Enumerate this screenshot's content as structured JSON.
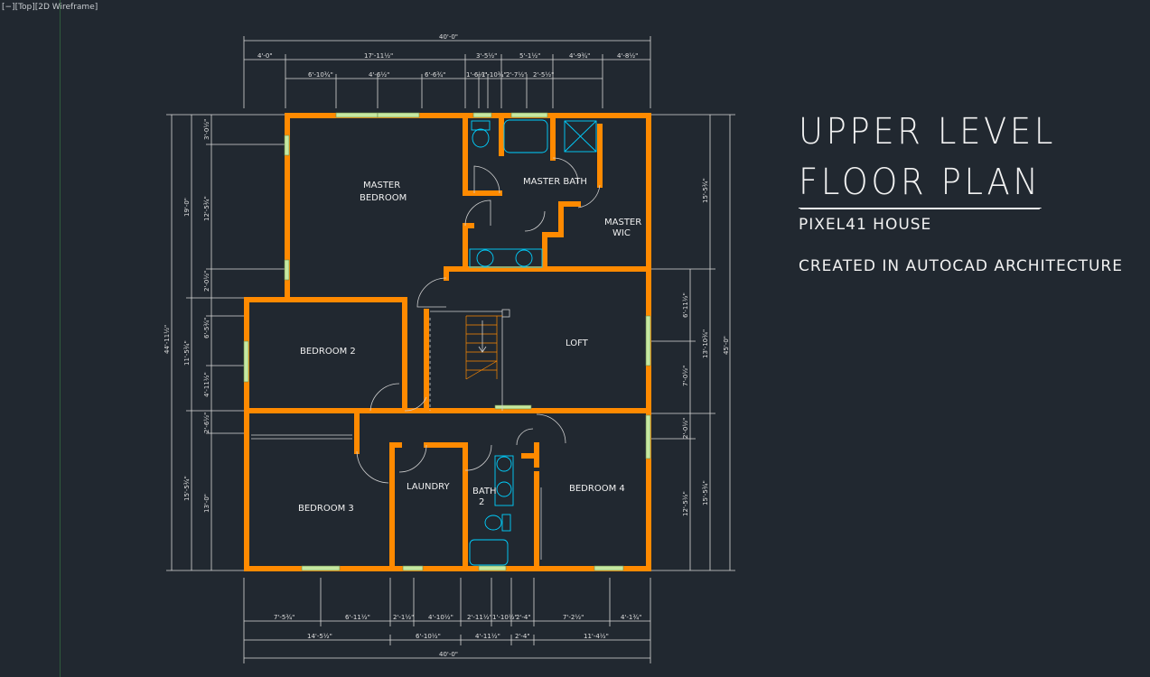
{
  "viewport": {
    "label": "[−][Top][2D Wireframe]",
    "background": "#212830"
  },
  "title_block": {
    "line1": "UPPER LEVEL",
    "line2": "FLOOR PLAN",
    "subtitle": "PIXEL41 HOUSE",
    "note": "CREATED IN AUTOCAD ARCHITECTURE"
  },
  "rooms": {
    "master_bedroom_1": "MASTER",
    "master_bedroom_2": "BEDROOM",
    "master_bath": "MASTER BATH",
    "master_wic_1": "MASTER",
    "master_wic_2": "WIC",
    "bedroom2": "BEDROOM 2",
    "loft": "LOFT",
    "bedroom3": "BEDROOM 3",
    "laundry": "LAUNDRY",
    "bath2_1": "BATH",
    "bath2_2": "2",
    "bedroom4": "BEDROOM 4"
  },
  "dims": {
    "top_overall": "40'-0\"",
    "top_r1": [
      "4'-0\"",
      "17'-11½\"",
      "3'-5½\"",
      "5'-1½\"",
      "4'-9¾\"",
      "4'-8½\""
    ],
    "top_r2": [
      "6'-10¾\"",
      "4'-6½\"",
      "6'-6¾\"",
      "1'-6½\"",
      "1'-10¾\"",
      "2'-7½\"",
      "2'-5½\""
    ],
    "left_overall": "44'-11½\"",
    "left_outer": [
      "19'-0\"",
      "11'-5¾\"",
      "15'-5¾\""
    ],
    "left_inner": [
      "3'-0½\"",
      "12'-5¾\"",
      "2'-0½\"",
      "6'-5¾\"",
      "4'-11½\"",
      "2'-6½\"",
      "13'-0\""
    ],
    "right_overall": "45'-0\"",
    "right_outer": [
      "15'-5¾\"",
      "13'-10¾\"",
      "15'-5¾\""
    ],
    "right_inner": [
      "6'-11½\"",
      "7'-0½\"",
      "2'-0½\"",
      "12'-5½\""
    ],
    "bot_r1": [
      "7'-5¾\"",
      "6'-11½\"",
      "2'-1½\"",
      "4'-10½\"",
      "2'-11½\"",
      "1'-10½\"",
      "2'-4\"",
      "7'-2½\"",
      "4'-1¾\""
    ],
    "bot_r2": [
      "14'-5½\"",
      "6'-10½\"",
      "4'-11½\"",
      "2'-4\"",
      "11'-4½\""
    ],
    "bot_overall": "40'-0\""
  },
  "colors": {
    "wall": "#ff8a00",
    "window": "#c6e8a0",
    "fixture": "#00d0ff",
    "text": "#f0f0f0"
  }
}
